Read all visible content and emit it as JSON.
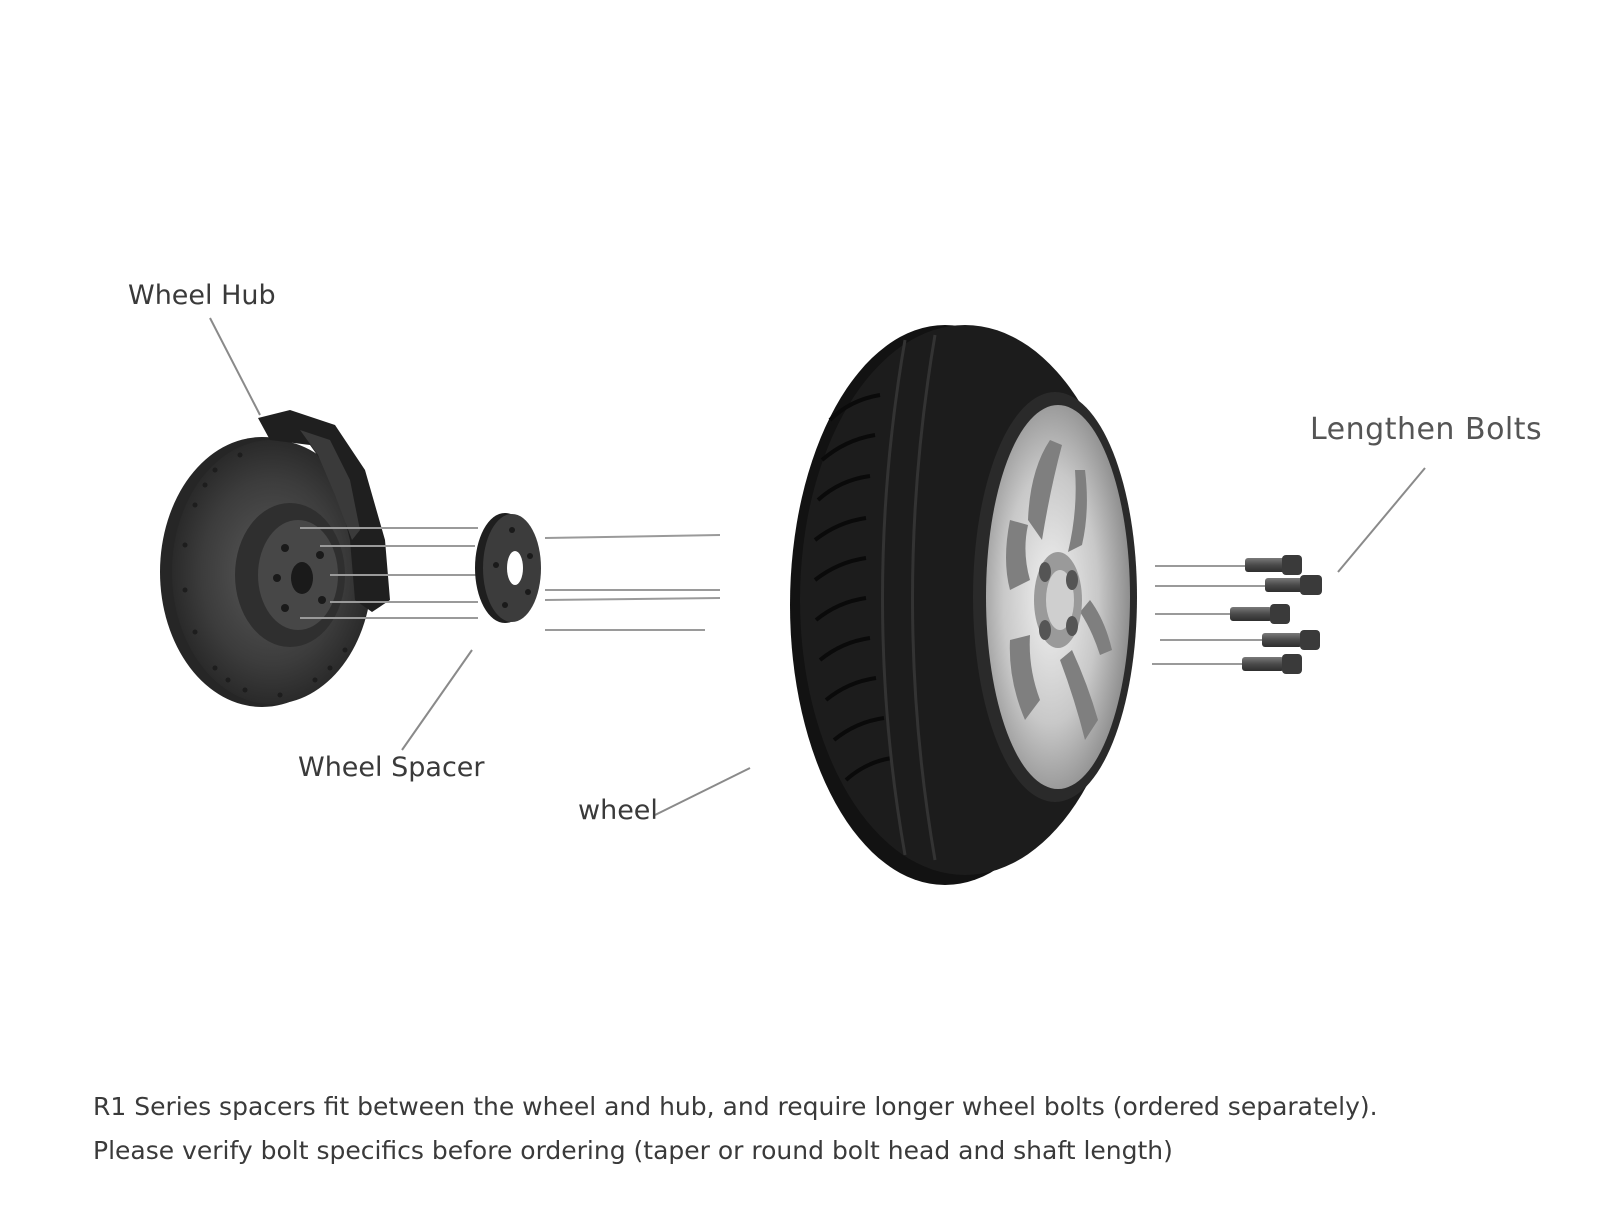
{
  "labels": {
    "wheel_hub": "Wheel Hub",
    "wheel_spacer": "Wheel Spacer",
    "wheel": "wheel",
    "lengthen_bolts": "Lengthen Bolts"
  },
  "caption": {
    "line1": "R1 Series spacers fit between the wheel and hub, and require longer wheel bolts (ordered separately).",
    "line2": "Please verify bolt specifics before ordering (taper or round bolt head and shaft length)"
  },
  "colors": {
    "leader_line": "#8a8a8a",
    "tire": "#1c1c1c",
    "rim": "#c9c9c9",
    "disc": "#3a3a3a",
    "bolt": "#4a4a4a"
  }
}
